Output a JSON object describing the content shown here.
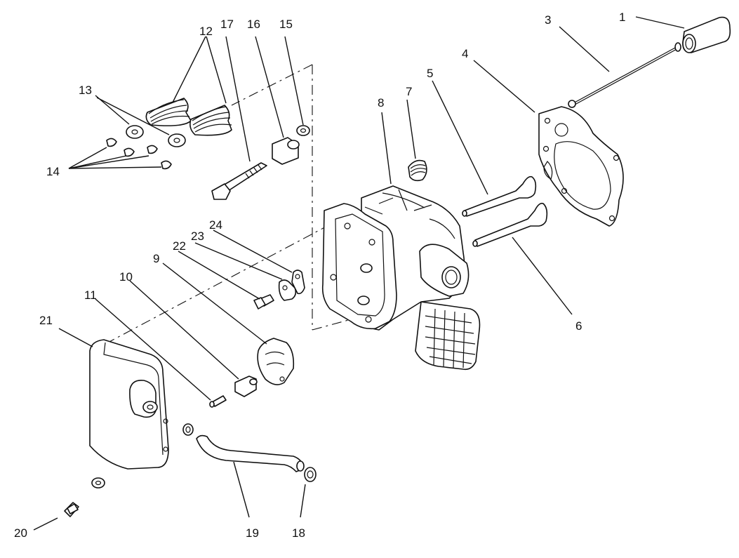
{
  "callouts": [
    {
      "id": "1",
      "text": "1"
    },
    {
      "id": "3",
      "text": "3"
    },
    {
      "id": "4",
      "text": "4"
    },
    {
      "id": "5",
      "text": "5"
    },
    {
      "id": "6",
      "text": "6"
    },
    {
      "id": "7",
      "text": "7"
    },
    {
      "id": "8",
      "text": "8"
    },
    {
      "id": "9",
      "text": "9"
    },
    {
      "id": "10",
      "text": "10"
    },
    {
      "id": "11",
      "text": "11"
    },
    {
      "id": "12",
      "text": "12"
    },
    {
      "id": "13",
      "text": "13"
    },
    {
      "id": "14",
      "text": "14"
    },
    {
      "id": "15",
      "text": "15"
    },
    {
      "id": "16",
      "text": "16"
    },
    {
      "id": "17",
      "text": "17"
    },
    {
      "id": "18",
      "text": "18"
    },
    {
      "id": "19",
      "text": "19"
    },
    {
      "id": "20",
      "text": "20"
    },
    {
      "id": "21",
      "text": "21"
    },
    {
      "id": "22",
      "text": "22"
    },
    {
      "id": "23",
      "text": "23"
    },
    {
      "id": "24",
      "text": "24"
    }
  ]
}
